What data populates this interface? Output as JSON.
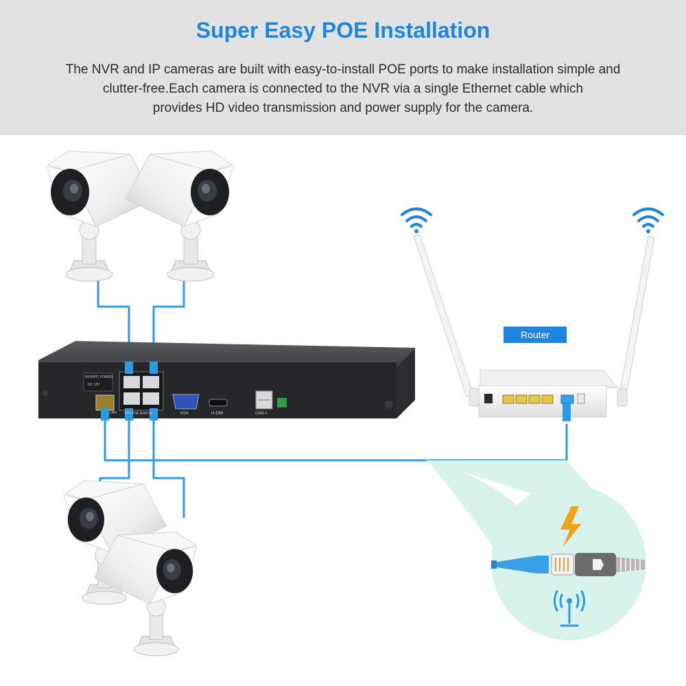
{
  "header": {
    "title": "Super Easy POE Installation",
    "description_lines": [
      "The NVR and IP cameras are built with easy-to-install POE ports to make installation simple and",
      "clutter-free.Each camera is connected to the NVR via a single Ethernet cable which",
      "provides HD video transmission and power supply for the camera."
    ]
  },
  "router": {
    "label": "Router"
  },
  "nvr": {
    "ports": {
      "power_label": "NVR/IPC POWER",
      "dc_label": "DC 12V",
      "poe_label": "IPC POE RJ45 IN",
      "vga_label": "VGA",
      "hdmi_label": "H-DMI",
      "usb_label": "USB2.0",
      "lan_label": "LAN"
    }
  },
  "colors": {
    "header_bg": "#e2e2e2",
    "title": "#1f86e0",
    "cable": "#2d9be3",
    "router_label_bg": "#1f86e0",
    "poe_bubble": "#d8f3ec",
    "lightning": "#f4a21c"
  },
  "icons": [
    "wifi-icon",
    "lightning-icon",
    "antenna-signal-icon",
    "rj45-connector-icon",
    "security-camera-icon",
    "nvr-recorder-icon",
    "router-icon"
  ]
}
